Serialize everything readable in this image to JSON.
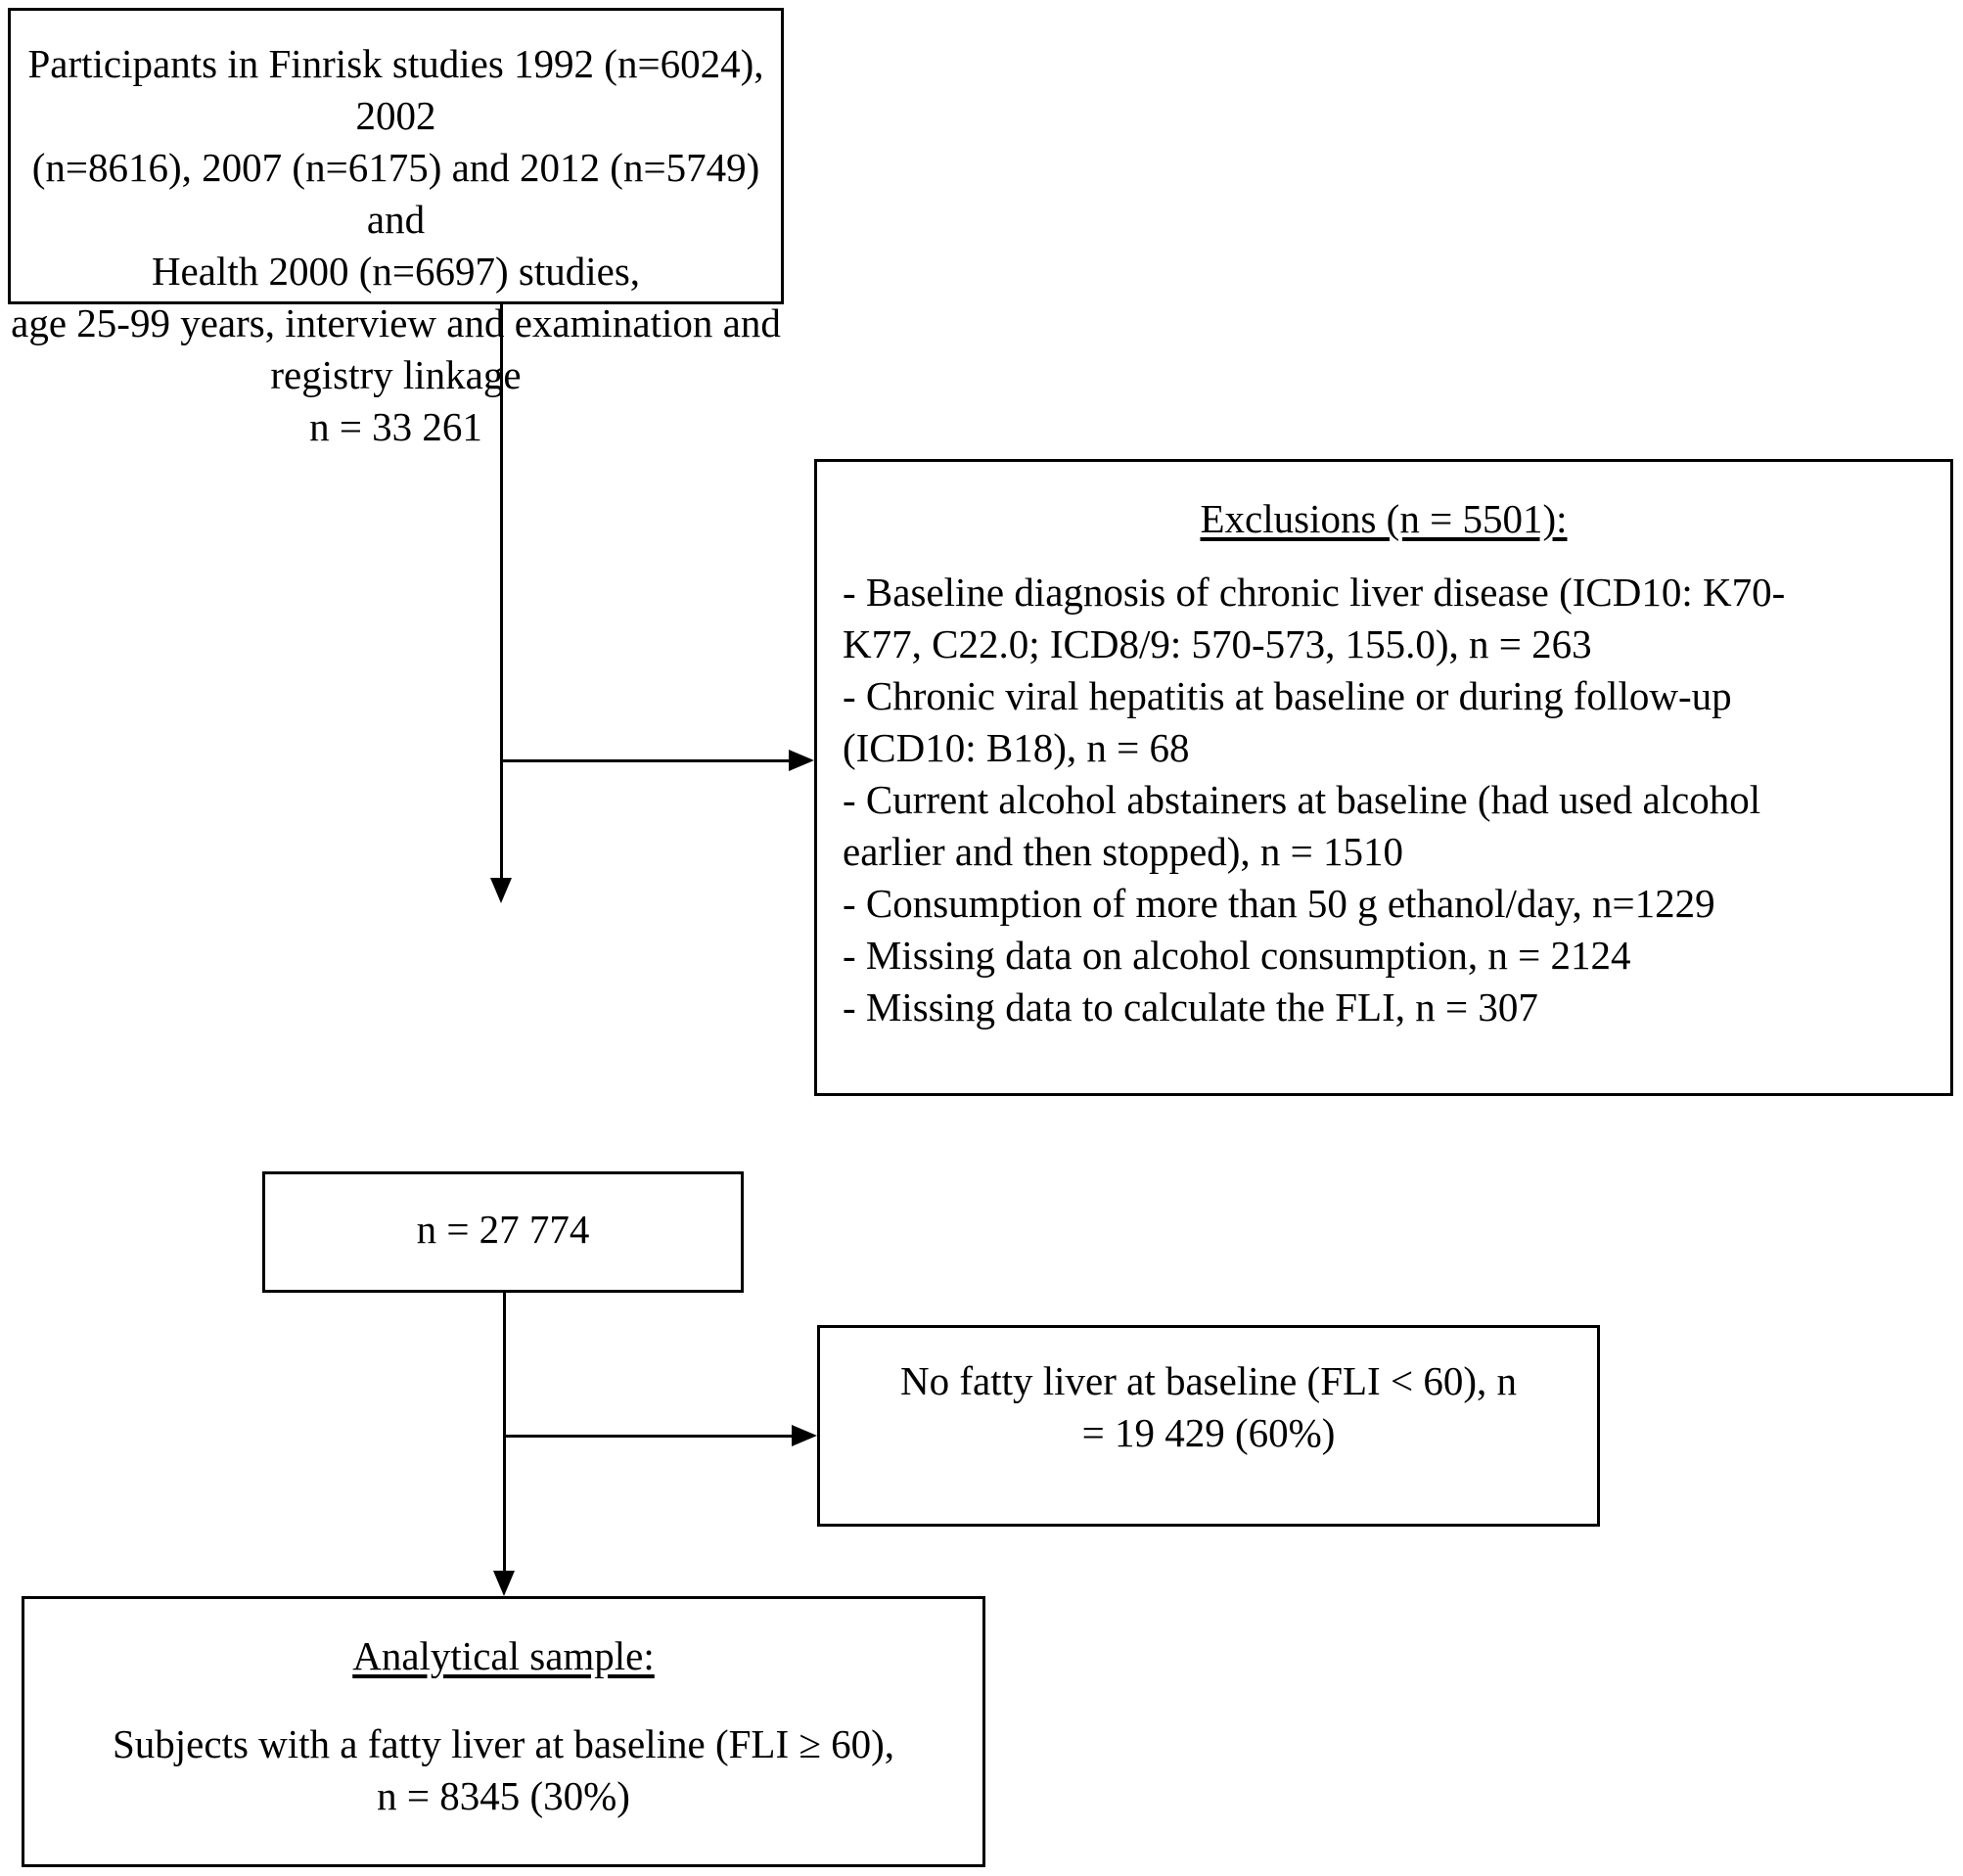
{
  "participants_box": {
    "lines": [
      "Participants in Finrisk studies 1992 (n=6024), 2002",
      "(n=8616), 2007 (n=6175) and 2012 (n=5749) and",
      "Health 2000 (n=6697) studies,",
      "age 25-99 years, interview and examination and",
      "registry linkage",
      "n = 33 261"
    ]
  },
  "exclusions_box": {
    "title": "Exclusions (n = 5501):",
    "lines": [
      "- Baseline diagnosis of chronic liver disease (ICD10: K70-",
      "K77, C22.0; ICD8/9: 570-573, 155.0), n = 263",
      "- Chronic viral hepatitis at baseline or during follow-up",
      "(ICD10: B18), n = 68",
      "- Current alcohol abstainers at baseline (had used alcohol",
      "earlier and then stopped), n = 1510",
      "- Consumption of more than 50 g ethanol/day, n=1229",
      "- Missing data on alcohol consumption, n = 2124",
      "- Missing data to calculate the FLI, n = 307"
    ]
  },
  "remaining_box": {
    "text": "n = 27 774"
  },
  "no_fatty_box": {
    "lines": [
      "No fatty liver at baseline (FLI < 60), n",
      "= 19 429 (60%)"
    ]
  },
  "analytical_box": {
    "title": "Analytical sample:",
    "lines": [
      "Subjects with a fatty liver at baseline (FLI ≥ 60),",
      "n = 8345 (30%)"
    ]
  }
}
